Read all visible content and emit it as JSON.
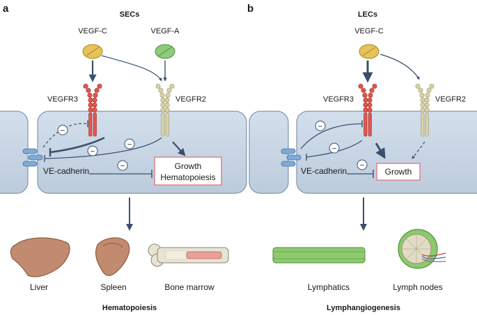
{
  "panel_a": {
    "letter": "a",
    "header": "SECs",
    "ligand_1": "VEGF-C",
    "ligand_2": "VEGF-A",
    "receptor_1": "VEGFR3",
    "receptor_2": "VEGFR2",
    "junction": "VE-cadherin",
    "outcome_line1": "Growth",
    "outcome_line2": "Hematopoiesis",
    "organ_1": "Liver",
    "organ_2": "Spleen",
    "organ_3": "Bone marrow",
    "footer": "Hematopoiesis"
  },
  "panel_b": {
    "letter": "b",
    "header": "LECs",
    "ligand_1": "VEGF-C",
    "receptor_1": "VEGFR3",
    "receptor_2": "VEGFR2",
    "junction": "VE-cadherin",
    "outcome": "Growth",
    "organ_1": "Lymphatics",
    "organ_2": "Lymph nodes",
    "footer": "Lymphangiogenesis"
  },
  "inhibition_symbol": "−",
  "colors": {
    "cell_fill": "#c9d7e6",
    "cell_stroke": "#7f96ae",
    "vegfc": "#e6c25a",
    "vegfa": "#8fc97a",
    "vegfr3": "#e0574f",
    "vegfr2": "#d8d2a8",
    "arrow": "#3a4f6e",
    "outcome_border": "#e06a6a",
    "organ": "#c28a6e",
    "lymphatic": "#8ec96e"
  }
}
